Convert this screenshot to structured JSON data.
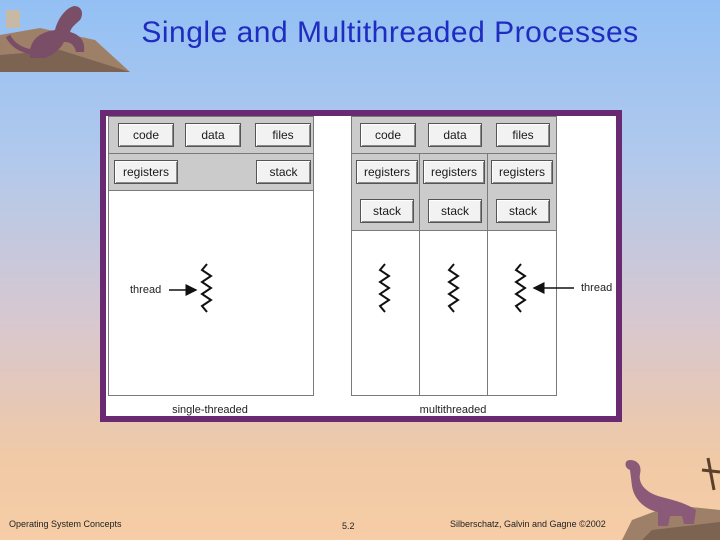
{
  "slide": {
    "title": "Single and Multithreaded Processes"
  },
  "diagram": {
    "single": {
      "code": "code",
      "data": "data",
      "files": "files",
      "registers": "registers",
      "stack": "stack",
      "thread_label": "thread",
      "caption": "single-threaded"
    },
    "multi": {
      "code": "code",
      "data": "data",
      "files": "files",
      "registers": [
        "registers",
        "registers",
        "registers"
      ],
      "stacks": [
        "stack",
        "stack",
        "stack"
      ],
      "thread_label": "thread",
      "caption": "multithreaded"
    }
  },
  "footer": {
    "left": "Operating System Concepts",
    "center": "5.2",
    "right": "Silberschatz, Galvin and Gagne ©2002"
  }
}
